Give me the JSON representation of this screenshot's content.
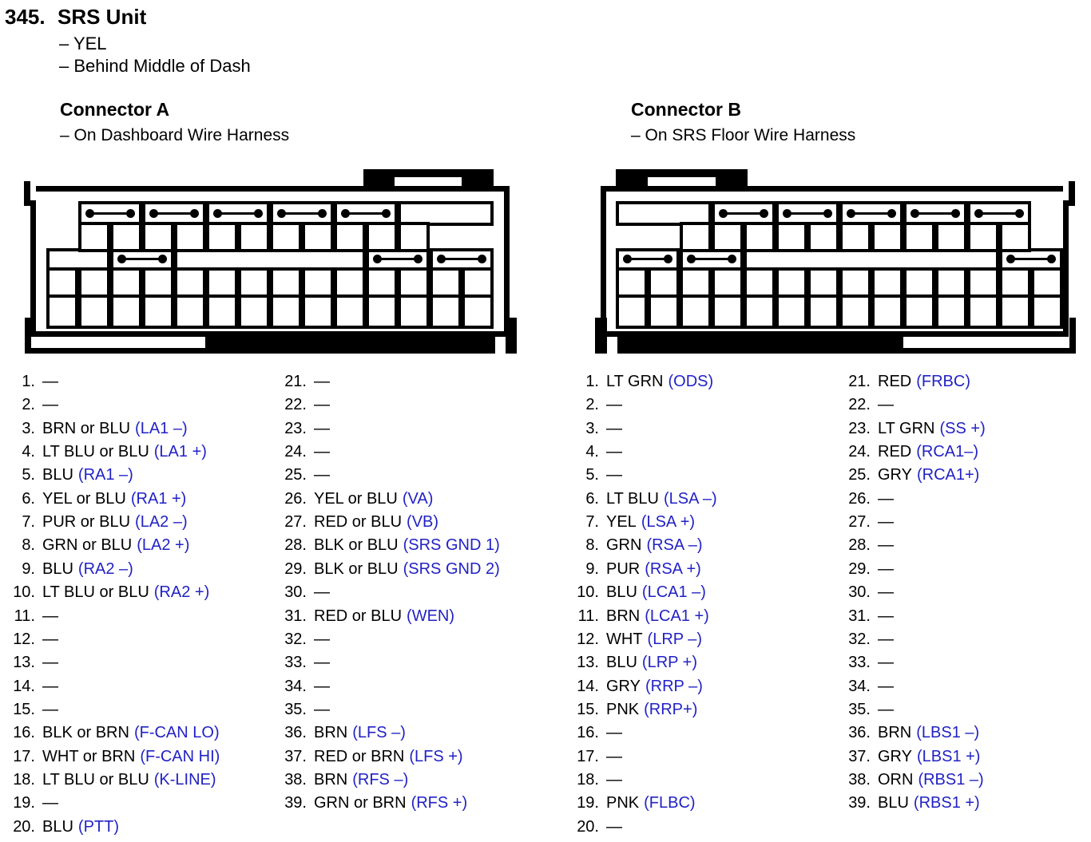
{
  "page": {
    "item_no": "345.",
    "title": "SRS Unit",
    "notes": [
      "– YEL",
      "– Behind Middle of Dash"
    ]
  },
  "colors": {
    "signal_blue": "#2222c5",
    "ink": "#000000"
  },
  "connectors": [
    {
      "id": "A",
      "heading": "Connector A",
      "subheading": "– On Dashboard Wire Harness",
      "diagram": {
        "tab_side": "right",
        "row1_offset_cols": 1,
        "row1_pins": [
          "1",
          "2",
          "3",
          "4",
          "5",
          "6",
          "7",
          "8",
          "9",
          "10",
          "11"
        ],
        "row2_pins": [
          "12",
          "13",
          "14",
          "15",
          "16",
          "17",
          "18",
          "19",
          "20",
          "21",
          "22",
          "23",
          "24",
          "25"
        ],
        "row3_pins": [
          "26",
          "27",
          "28",
          "29",
          "30",
          "31",
          "32",
          "33",
          "34",
          "35",
          "36",
          "37",
          "38",
          "39"
        ],
        "strip1_segments": [
          {
            "cols": [
              1,
              3
            ],
            "jumper": true
          },
          {
            "cols": [
              3,
              5
            ],
            "jumper": true
          },
          {
            "cols": [
              5,
              7
            ],
            "jumper": true
          },
          {
            "cols": [
              7,
              9
            ],
            "jumper": true
          },
          {
            "cols": [
              9,
              11
            ],
            "jumper": true
          },
          {
            "cols": [
              11,
              14
            ],
            "jumper": false
          }
        ],
        "strip2_segments": [
          {
            "cols": [
              0,
              2
            ],
            "jumper": false
          },
          {
            "cols": [
              2,
              4
            ],
            "jumper": true
          },
          {
            "cols": [
              4,
              10
            ],
            "jumper": false
          },
          {
            "cols": [
              10,
              12
            ],
            "jumper": true
          },
          {
            "cols": [
              12,
              14
            ],
            "jumper": true
          }
        ]
      },
      "pins": [
        {
          "n": "1.",
          "wire": "—",
          "signal": ""
        },
        {
          "n": "2.",
          "wire": "—",
          "signal": ""
        },
        {
          "n": "3.",
          "wire": "BRN or BLU",
          "signal": "(LA1 –)"
        },
        {
          "n": "4.",
          "wire": "LT BLU or BLU",
          "signal": "(LA1 +)"
        },
        {
          "n": "5.",
          "wire": "BLU",
          "signal": "(RA1 –)"
        },
        {
          "n": "6.",
          "wire": "YEL or BLU",
          "signal": "(RA1 +)"
        },
        {
          "n": "7.",
          "wire": "PUR or BLU",
          "signal": "(LA2 –)"
        },
        {
          "n": "8.",
          "wire": "GRN or BLU",
          "signal": "(LA2 +)"
        },
        {
          "n": "9.",
          "wire": "BLU",
          "signal": "(RA2 –)"
        },
        {
          "n": "10.",
          "wire": "LT BLU or BLU",
          "signal": "(RA2 +)"
        },
        {
          "n": "11.",
          "wire": "—",
          "signal": ""
        },
        {
          "n": "12.",
          "wire": "—",
          "signal": ""
        },
        {
          "n": "13.",
          "wire": "—",
          "signal": ""
        },
        {
          "n": "14.",
          "wire": "—",
          "signal": ""
        },
        {
          "n": "15.",
          "wire": "—",
          "signal": ""
        },
        {
          "n": "16.",
          "wire": "BLK or BRN",
          "signal": "(F-CAN LO)"
        },
        {
          "n": "17.",
          "wire": "WHT or BRN",
          "signal": "(F-CAN HI)"
        },
        {
          "n": "18.",
          "wire": "LT BLU or BLU",
          "signal": "(K-LINE)"
        },
        {
          "n": "19.",
          "wire": "—",
          "signal": ""
        },
        {
          "n": "20.",
          "wire": "BLU",
          "signal": "(PTT)"
        },
        {
          "n": "21.",
          "wire": "—",
          "signal": ""
        },
        {
          "n": "22.",
          "wire": "—",
          "signal": ""
        },
        {
          "n": "23.",
          "wire": "—",
          "signal": ""
        },
        {
          "n": "24.",
          "wire": "—",
          "signal": ""
        },
        {
          "n": "25.",
          "wire": "—",
          "signal": ""
        },
        {
          "n": "26.",
          "wire": "YEL or BLU",
          "signal": "(VA)"
        },
        {
          "n": "27.",
          "wire": "RED or BLU",
          "signal": "(VB)"
        },
        {
          "n": "28.",
          "wire": "BLK or BLU",
          "signal": "(SRS GND 1)"
        },
        {
          "n": "29.",
          "wire": "BLK or BLU",
          "signal": "(SRS GND 2)"
        },
        {
          "n": "30.",
          "wire": "—",
          "signal": ""
        },
        {
          "n": "31.",
          "wire": "RED or BLU",
          "signal": "(WEN)"
        },
        {
          "n": "32.",
          "wire": "—",
          "signal": ""
        },
        {
          "n": "33.",
          "wire": "—",
          "signal": ""
        },
        {
          "n": "34.",
          "wire": "—",
          "signal": ""
        },
        {
          "n": "35.",
          "wire": "—",
          "signal": ""
        },
        {
          "n": "36.",
          "wire": "BRN",
          "signal": "(LFS –)"
        },
        {
          "n": "37.",
          "wire": "RED or BRN",
          "signal": "(LFS +)"
        },
        {
          "n": "38.",
          "wire": "BRN",
          "signal": "(RFS –)"
        },
        {
          "n": "39.",
          "wire": "GRN or BRN",
          "signal": "(RFS +)"
        }
      ]
    },
    {
      "id": "B",
      "heading": "Connector B",
      "subheading": "– On SRS Floor Wire Harness",
      "diagram": {
        "tab_side": "left",
        "row1_offset_cols": 2,
        "row1_pins": [
          "1",
          "2",
          "3",
          "4",
          "5",
          "6",
          "7",
          "8",
          "9",
          "10",
          "11"
        ],
        "row2_pins": [
          "12",
          "13",
          "14",
          "15",
          "16",
          "17",
          "18",
          "19",
          "20",
          "21",
          "22",
          "23",
          "24",
          "25"
        ],
        "row3_pins": [
          "26",
          "27",
          "28",
          "29",
          "30",
          "31",
          "32",
          "33",
          "34",
          "35",
          "36",
          "37",
          "38",
          "39"
        ],
        "strip1_segments": [
          {
            "cols": [
              0,
              3
            ],
            "jumper": false
          },
          {
            "cols": [
              3,
              5
            ],
            "jumper": true
          },
          {
            "cols": [
              5,
              7
            ],
            "jumper": true
          },
          {
            "cols": [
              7,
              9
            ],
            "jumper": true
          },
          {
            "cols": [
              9,
              11
            ],
            "jumper": true
          },
          {
            "cols": [
              11,
              13
            ],
            "jumper": true
          }
        ],
        "strip2_segments": [
          {
            "cols": [
              0,
              2
            ],
            "jumper": true
          },
          {
            "cols": [
              2,
              4
            ],
            "jumper": true
          },
          {
            "cols": [
              4,
              12
            ],
            "jumper": false
          },
          {
            "cols": [
              12,
              14
            ],
            "jumper": true
          }
        ]
      },
      "pins": [
        {
          "n": "1.",
          "wire": "LT GRN",
          "signal": "(ODS)"
        },
        {
          "n": "2.",
          "wire": "—",
          "signal": ""
        },
        {
          "n": "3.",
          "wire": "—",
          "signal": ""
        },
        {
          "n": "4.",
          "wire": "—",
          "signal": ""
        },
        {
          "n": "5.",
          "wire": "—",
          "signal": ""
        },
        {
          "n": "6.",
          "wire": "LT BLU",
          "signal": "(LSA –)"
        },
        {
          "n": "7.",
          "wire": "YEL",
          "signal": "(LSA +)"
        },
        {
          "n": "8.",
          "wire": "GRN",
          "signal": "(RSA –)"
        },
        {
          "n": "9.",
          "wire": "PUR",
          "signal": "(RSA +)"
        },
        {
          "n": "10.",
          "wire": "BLU",
          "signal": "(LCA1 –)"
        },
        {
          "n": "11.",
          "wire": "BRN",
          "signal": "(LCA1 +)"
        },
        {
          "n": "12.",
          "wire": "WHT",
          "signal": "(LRP –)"
        },
        {
          "n": "13.",
          "wire": "BLU",
          "signal": "(LRP +)"
        },
        {
          "n": "14.",
          "wire": "GRY",
          "signal": "(RRP –)"
        },
        {
          "n": "15.",
          "wire": "PNK",
          "signal": "(RRP+)"
        },
        {
          "n": "16.",
          "wire": "—",
          "signal": ""
        },
        {
          "n": "17.",
          "wire": "—",
          "signal": ""
        },
        {
          "n": "18.",
          "wire": "—",
          "signal": ""
        },
        {
          "n": "19.",
          "wire": "PNK",
          "signal": "(FLBC)"
        },
        {
          "n": "20.",
          "wire": "—",
          "signal": ""
        },
        {
          "n": "21.",
          "wire": "RED",
          "signal": "(FRBC)"
        },
        {
          "n": "22.",
          "wire": "—",
          "signal": ""
        },
        {
          "n": "23.",
          "wire": "LT GRN",
          "signal": "(SS +)"
        },
        {
          "n": "24.",
          "wire": "RED",
          "signal": "(RCA1–)"
        },
        {
          "n": "25.",
          "wire": "GRY",
          "signal": "(RCA1+)"
        },
        {
          "n": "26.",
          "wire": "—",
          "signal": ""
        },
        {
          "n": "27.",
          "wire": "—",
          "signal": ""
        },
        {
          "n": "28.",
          "wire": "—",
          "signal": ""
        },
        {
          "n": "29.",
          "wire": "—",
          "signal": ""
        },
        {
          "n": "30.",
          "wire": "—",
          "signal": ""
        },
        {
          "n": "31.",
          "wire": "—",
          "signal": ""
        },
        {
          "n": "32.",
          "wire": "—",
          "signal": ""
        },
        {
          "n": "33.",
          "wire": "—",
          "signal": ""
        },
        {
          "n": "34.",
          "wire": "—",
          "signal": ""
        },
        {
          "n": "35.",
          "wire": "—",
          "signal": ""
        },
        {
          "n": "36.",
          "wire": "BRN",
          "signal": "(LBS1 –)"
        },
        {
          "n": "37.",
          "wire": "GRY",
          "signal": "(LBS1 +)"
        },
        {
          "n": "38.",
          "wire": "ORN",
          "signal": "(RBS1 –)"
        },
        {
          "n": "39.",
          "wire": "BLU",
          "signal": "(RBS1 +)"
        }
      ]
    }
  ]
}
